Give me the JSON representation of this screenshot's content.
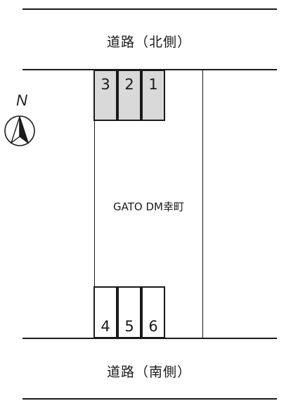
{
  "roads": {
    "north_label": "道路（北側）",
    "south_label": "道路（南側）"
  },
  "building": {
    "name": "GATO DM幸町"
  },
  "compass": {
    "letter": "N"
  },
  "parking": {
    "north_slots": [
      "3",
      "2",
      "1"
    ],
    "south_slots": [
      "4",
      "5",
      "6"
    ]
  },
  "colors": {
    "line": "#1a1a1a",
    "north_slot_fill": "#d9d9d9",
    "south_slot_fill": "#ffffff"
  }
}
